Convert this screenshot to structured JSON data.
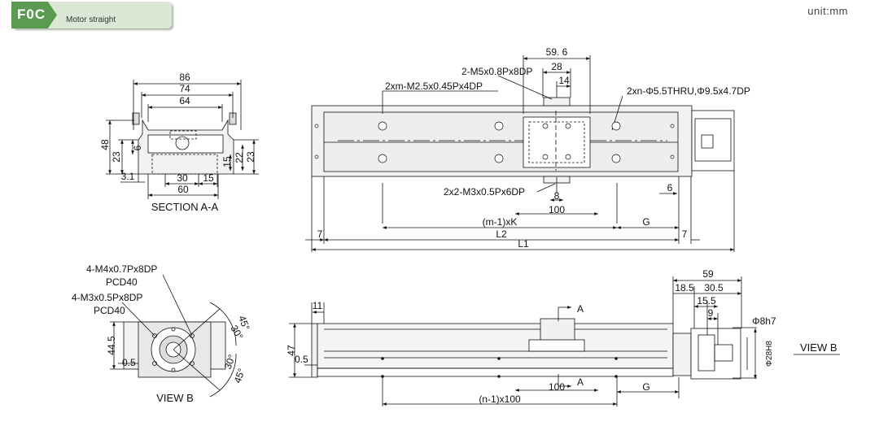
{
  "header": {
    "series": "F0C",
    "title": "Motor straight"
  },
  "unit_label": "unit:mm",
  "section_aa": {
    "caption": "SECTION A-A",
    "dims": {
      "w86": "86",
      "w74": "74",
      "w64": "64",
      "h48": "48",
      "h23": "23",
      "d6": "6",
      "d15": "15",
      "d22": "22",
      "d23r": "23",
      "d3_1": "3.1",
      "d30": "30",
      "d15b": "15",
      "d60": "60"
    }
  },
  "top_view": {
    "dims": {
      "d59_6": "59. 6",
      "d28": "28",
      "d14": "14",
      "d8": "8",
      "d100": "100",
      "dmK": "(m-1)xK",
      "dG": "G",
      "dL2": "L2",
      "dL1": "L1",
      "d7l": "7",
      "d7r": "7",
      "d6": "6"
    },
    "callouts": {
      "m5": "2-M5x0.8Px8DP",
      "m25": "2xm-M2.5x0.45Px4DP",
      "thru": "2xn-Φ5.5THRU,Φ9.5x4.7DP",
      "m3": "2x2-M3x0.5Px6DP"
    }
  },
  "view_b": {
    "caption": "VIEW B",
    "callouts": {
      "m4": "4-M4x0.7Px8DP",
      "pcd1": "PCD40",
      "m3": "4-M3x0.5Px8DP",
      "pcd2": "PCD40"
    },
    "dims": {
      "h44_5": "44.5",
      "d0_5": "0.5",
      "a45a": "45°",
      "a30a": "30°",
      "a30b": "30°",
      "a45b": "45°"
    }
  },
  "side_view": {
    "dims": {
      "d11": "11",
      "h47": "47",
      "d0_5": "0.5",
      "d59": "59",
      "d18_5": "18.5",
      "d30_5": "30.5",
      "d15_5": "15.5",
      "d9": "9",
      "phi8": "Φ8h7",
      "phi28": "Φ28H8",
      "d100": "100",
      "dG": "G",
      "dn": "(n-1)x100"
    },
    "section_mark_top": "A",
    "section_mark_bottom": "A",
    "view_mark": "VIEW B"
  }
}
